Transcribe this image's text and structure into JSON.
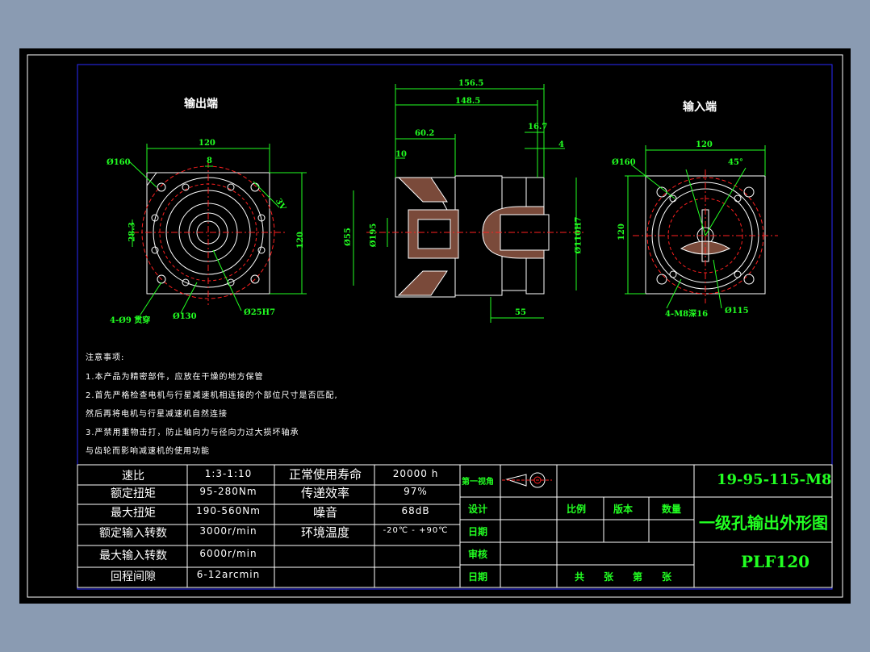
{
  "views": {
    "output_end": {
      "label": "输出端",
      "dims": {
        "width": "120",
        "bolt_circle": "Ø160",
        "key": "8",
        "shaft": "28.3",
        "diag": "3V",
        "height": "120",
        "holes": "4-Ø9 贯穿",
        "pilot": "Ø130",
        "bore": "Ø25H7"
      }
    },
    "side": {
      "dims": {
        "total": "156.5",
        "body": "148.5",
        "flange": "60.2",
        "step": "10",
        "in1": "16.7",
        "in2": "4",
        "dia_left": "Ø55",
        "dia_inner": "Ø195",
        "dia_right": "Ø110H7",
        "bottom": "55"
      }
    },
    "input_end": {
      "label": "输入端",
      "dims": {
        "width": "120",
        "bolt_circle": "Ø160",
        "angle": "45°",
        "height": "120",
        "tap": "4-M8深16",
        "pilot": "Ø115"
      }
    }
  },
  "notes": {
    "heading": "注意事项:",
    "lines": [
      "1.本产品为精密部件，应放在干燥的地方保管",
      "2.首先严格检查电机与行星减速机相连接的个部位尺寸是否匹配,",
      "然后再将电机与行星减速机自然连接",
      "3.严禁用重物击打，防止轴向力与径向力过大损坏轴承",
      "与齿轮而影响减速机的使用功能"
    ]
  },
  "specs": {
    "rows": [
      {
        "k1": "速比",
        "v1": "1:3-1:10",
        "k2": "正常使用寿命",
        "v2": "20000 h"
      },
      {
        "k1": "额定扭矩",
        "v1": "95-280Nm",
        "k2": "传递效率",
        "v2": "97%"
      },
      {
        "k1": "最大扭矩",
        "v1": "190-560Nm",
        "k2": "噪音",
        "v2": "68dB"
      },
      {
        "k1": "额定输入转数",
        "v1": "3000r/min",
        "k2": "环境温度",
        "v2": "-20℃ - +90℃"
      },
      {
        "k1": "最大输入转数",
        "v1": "6000r/min",
        "k2": "",
        "v2": ""
      },
      {
        "k1": "回程间隙",
        "v1": "6-12arcmin",
        "k2": "",
        "v2": ""
      }
    ]
  },
  "titleblock": {
    "projection": "第一视角",
    "design": "设计",
    "date1": "日期",
    "review": "审核",
    "date2": "日期",
    "scale": "比例",
    "version": "版本",
    "qty": "数量",
    "sheets": "共　　张　　第　　张",
    "drawing_no": "19-95-115-M8",
    "name": "一级孔输出外形图",
    "model": "PLF120"
  },
  "colors": {
    "line": "#ffffff",
    "green": "#22ff22",
    "red": "#ff2020",
    "blue": "#2a2aff",
    "bg": "#8a9bb2"
  }
}
